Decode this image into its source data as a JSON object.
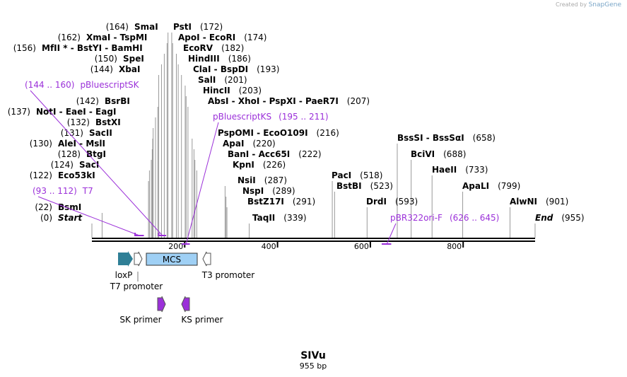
{
  "credit": {
    "prefix": "Created by",
    "brand": "SnapGene"
  },
  "map": {
    "name": "SIVu",
    "length_label": "955 bp",
    "length": 955
  },
  "ticks": [
    "200",
    "400",
    "600",
    "800"
  ],
  "sites": [
    {
      "pos": 0,
      "pos_text": "(0)",
      "name": "Start",
      "italic": true
    },
    {
      "pos": 22,
      "pos_text": "(22)",
      "name": "BsmI"
    },
    {
      "pos": 122,
      "pos_text": "(122)",
      "name": "Eco53kI"
    },
    {
      "pos": 124,
      "pos_text": "(124)",
      "name": "SacI"
    },
    {
      "pos": 128,
      "pos_text": "(128)",
      "name": "BtgI"
    },
    {
      "pos": 130,
      "pos_text": "(130)",
      "name": "AleI - MslI"
    },
    {
      "pos": 131,
      "pos_text": "(131)",
      "name": "SacII"
    },
    {
      "pos": 132,
      "pos_text": "(132)",
      "name": "BstXI"
    },
    {
      "pos": 137,
      "pos_text": "(137)",
      "name": "NotI - EaeI - EagI"
    },
    {
      "pos": 142,
      "pos_text": "(142)",
      "name": "BsrBI"
    },
    {
      "pos": 144,
      "pos_text": "(144)",
      "name": "XbaI"
    },
    {
      "pos": 150,
      "pos_text": "(150)",
      "name": "SpeI"
    },
    {
      "pos": 156,
      "pos_text": "(156)",
      "name": "MfII * - BstYI - BamHI"
    },
    {
      "pos": 162,
      "pos_text": "(162)",
      "name": "XmaI - TspMI"
    },
    {
      "pos": 164,
      "pos_text": "(164)",
      "name": "SmaI"
    },
    {
      "pos": 172,
      "pos_text": "(172)",
      "name": "PstI"
    },
    {
      "pos": 174,
      "pos_text": "(174)",
      "name": "ApoI - EcoRI"
    },
    {
      "pos": 182,
      "pos_text": "(182)",
      "name": "EcoRV"
    },
    {
      "pos": 186,
      "pos_text": "(186)",
      "name": "HindIII"
    },
    {
      "pos": 193,
      "pos_text": "(193)",
      "name": "ClaI - BspDI"
    },
    {
      "pos": 201,
      "pos_text": "(201)",
      "name": "SalI"
    },
    {
      "pos": 203,
      "pos_text": "(203)",
      "name": "HincII"
    },
    {
      "pos": 207,
      "pos_text": "(207)",
      "name": "AbsI - XhoI - PspXI - PaeR7I"
    },
    {
      "pos": 216,
      "pos_text": "(216)",
      "name": "PspOMI - EcoO109I"
    },
    {
      "pos": 220,
      "pos_text": "(220)",
      "name": "ApaI"
    },
    {
      "pos": 222,
      "pos_text": "(222)",
      "name": "BanI - Acc65I"
    },
    {
      "pos": 226,
      "pos_text": "(226)",
      "name": "KpnI"
    },
    {
      "pos": 287,
      "pos_text": "(287)",
      "name": "NsiI"
    },
    {
      "pos": 289,
      "pos_text": "(289)",
      "name": "NspI"
    },
    {
      "pos": 291,
      "pos_text": "(291)",
      "name": "BstZ17I"
    },
    {
      "pos": 339,
      "pos_text": "(339)",
      "name": "TaqII"
    },
    {
      "pos": 518,
      "pos_text": "(518)",
      "name": "PacI"
    },
    {
      "pos": 523,
      "pos_text": "(523)",
      "name": "BstBI"
    },
    {
      "pos": 593,
      "pos_text": "(593)",
      "name": "DrdI"
    },
    {
      "pos": 658,
      "pos_text": "(658)",
      "name": "BssSI - BssSαI"
    },
    {
      "pos": 688,
      "pos_text": "(688)",
      "name": "BciVI"
    },
    {
      "pos": 733,
      "pos_text": "(733)",
      "name": "HaeII"
    },
    {
      "pos": 799,
      "pos_text": "(799)",
      "name": "ApaLI"
    },
    {
      "pos": 901,
      "pos_text": "(901)",
      "name": "AlwNI"
    },
    {
      "pos": 955,
      "pos_text": "(955)",
      "name": "End",
      "italic": true
    }
  ],
  "primer_sites": [
    {
      "name": "T7",
      "range": "(93 .. 112)",
      "from": 93,
      "to": 112
    },
    {
      "name": "pBluescriptSK",
      "range": "(144 .. 160)",
      "from": 144,
      "to": 160
    },
    {
      "name": "pBluescriptKS",
      "range": "(195 .. 211)",
      "from": 195,
      "to": 211
    },
    {
      "name": "pBR322ori-F",
      "range": "(626 .. 645)",
      "from": 626,
      "to": 645
    }
  ],
  "features": {
    "loxp": "loxP",
    "t7_promoter": "T7 promoter",
    "mcs": "MCS",
    "t3_promoter": "T3 promoter",
    "sk_primer": "SK primer",
    "ks_primer": "KS primer"
  },
  "colors": {
    "primer": "#9b30d9",
    "loxp": "#2f7f96",
    "mcs": "#9fd0f5",
    "line": "#999999"
  }
}
